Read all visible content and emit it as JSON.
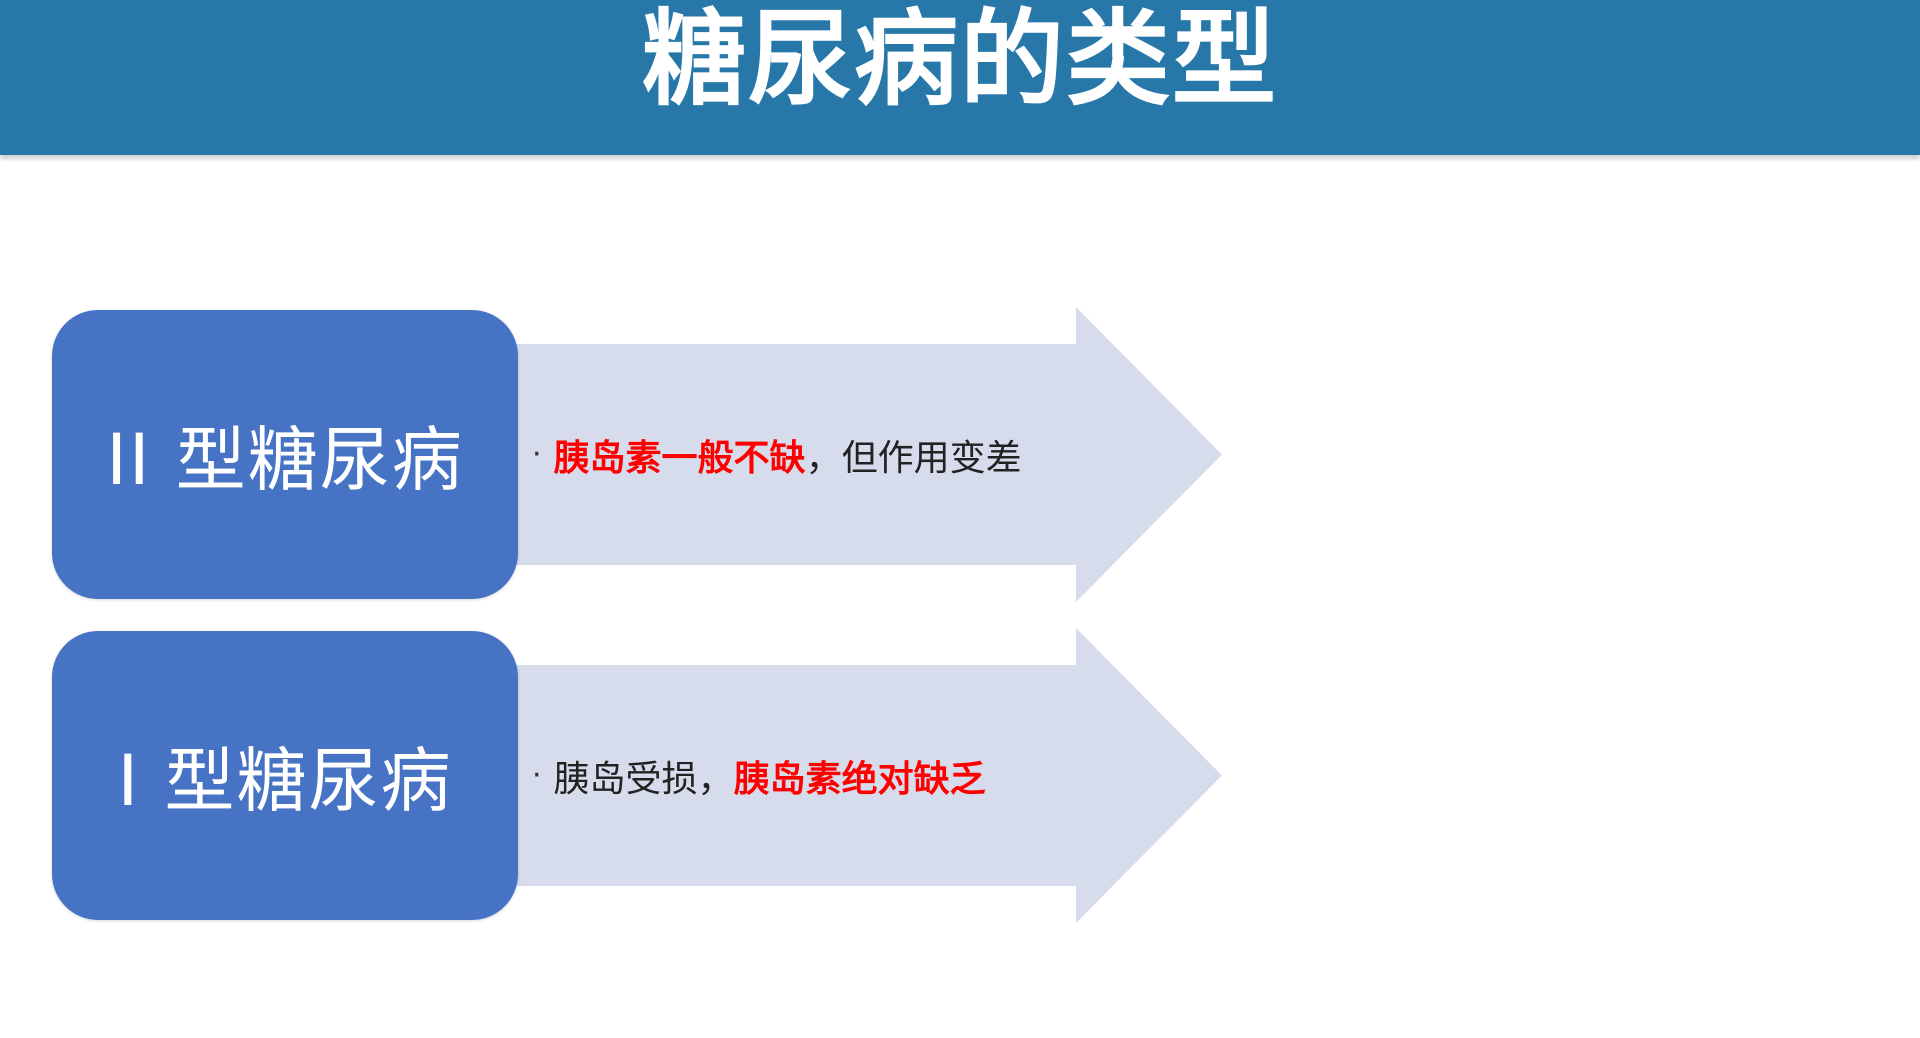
{
  "slide": {
    "title": "糖尿病的类型"
  },
  "rows": [
    {
      "label": "II 型糖尿病",
      "bullet": "·",
      "desc_red": "胰岛素一般不缺",
      "desc_plain": "，但作用变差"
    },
    {
      "label": "I 型糖尿病",
      "bullet": "·",
      "desc_plain": "胰岛受损，",
      "desc_red": "胰岛素绝对缺乏"
    }
  ],
  "colors": {
    "header": "#2778a8",
    "box": "#4773c4",
    "arrow": "#d6dceb",
    "highlight": "#ff0000"
  }
}
